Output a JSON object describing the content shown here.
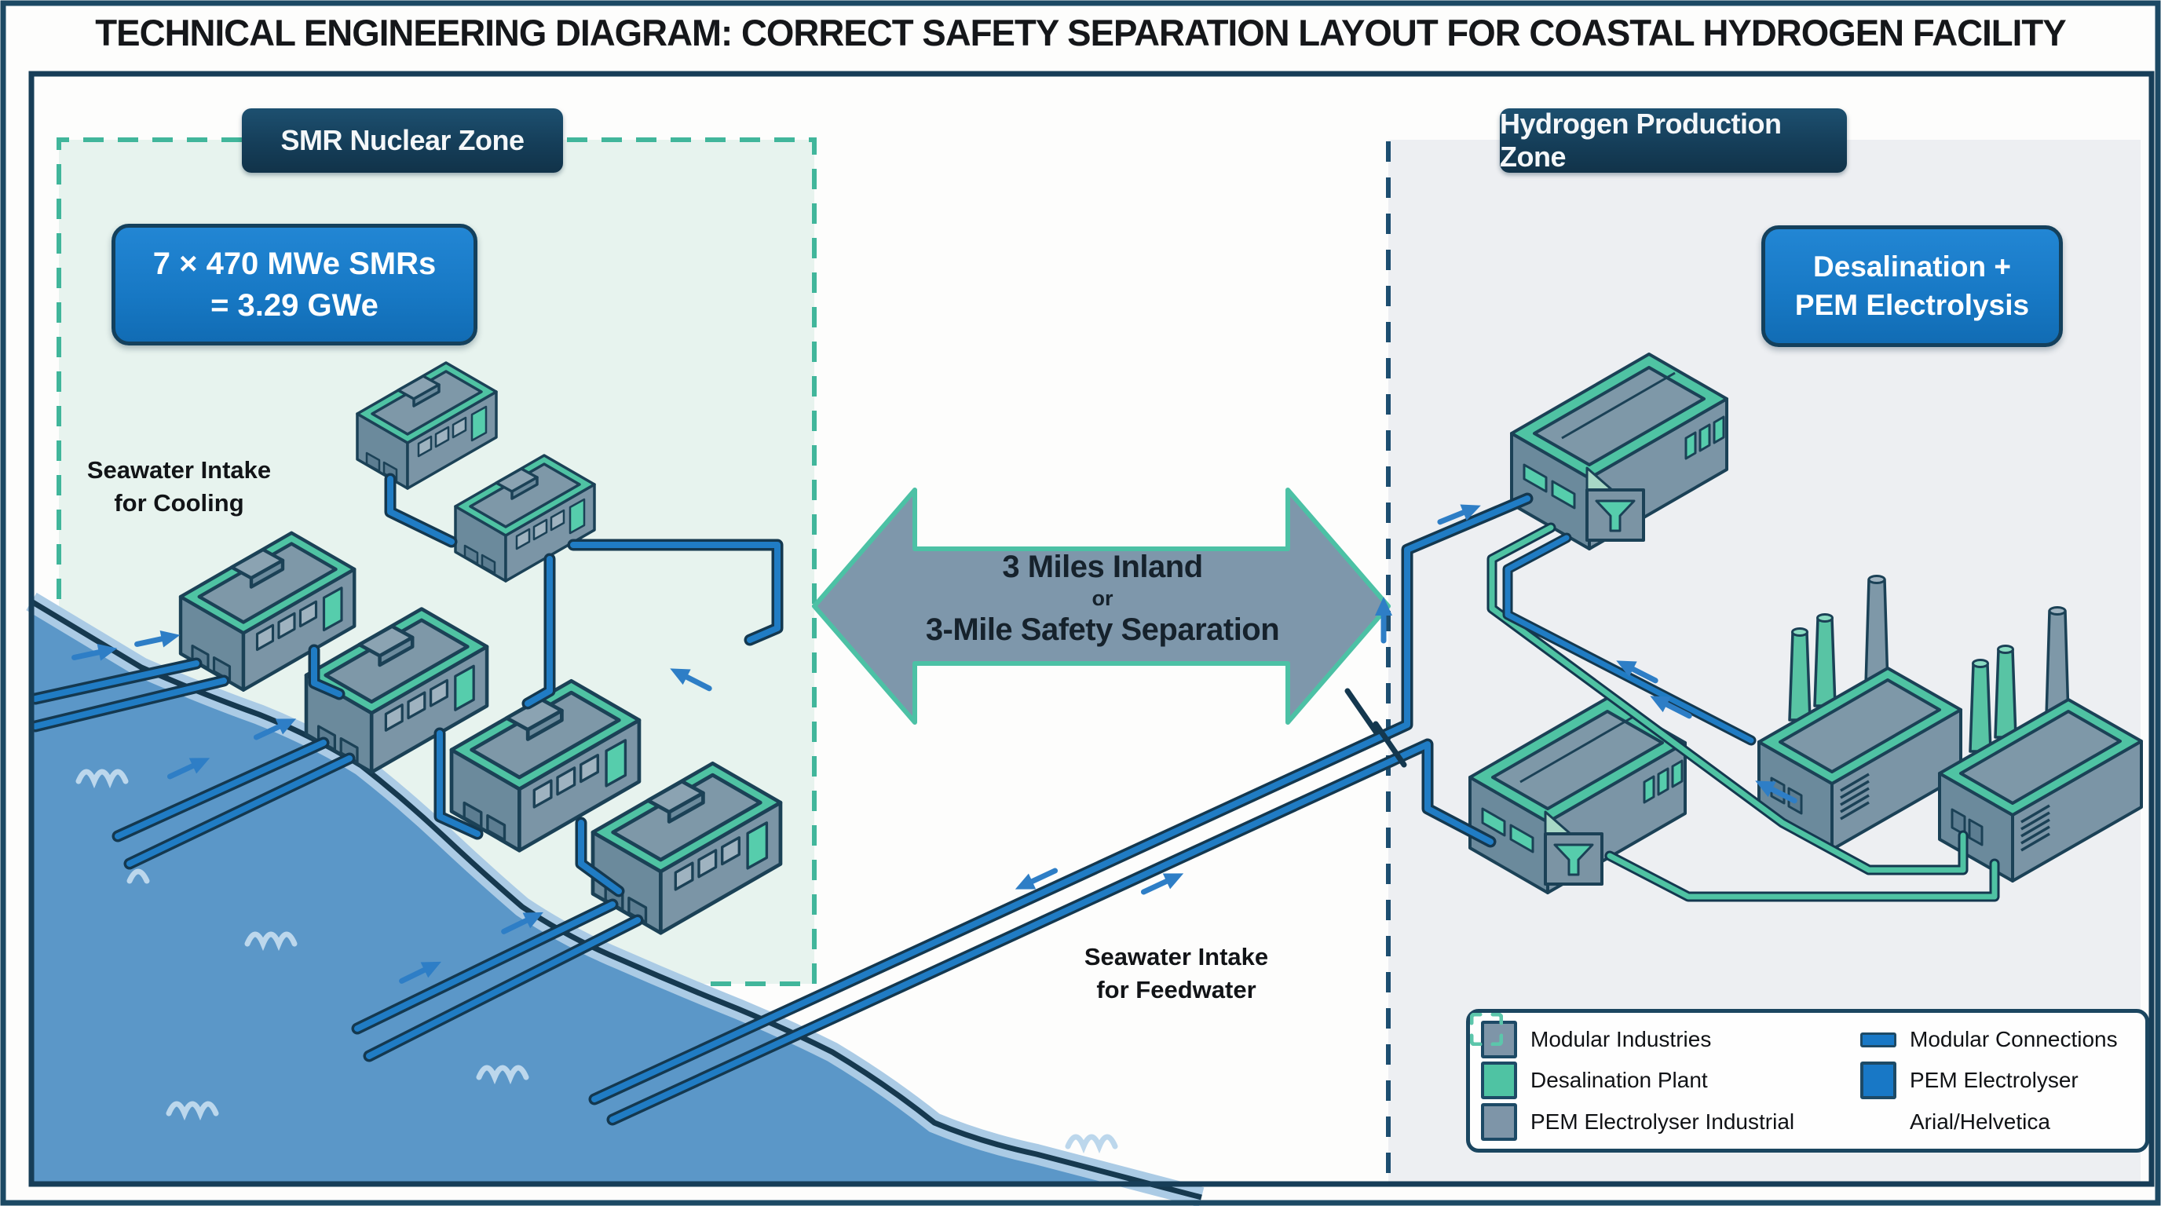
{
  "title": "TECHNICAL ENGINEERING DIAGRAM: CORRECT SAFETY SEPARATION LAYOUT FOR COASTAL HYDROGEN FACILITY",
  "zones": {
    "smr": {
      "name": "SMR Nuclear Zone",
      "badge_line1": "7 × 470 MWe SMRs",
      "badge_line2": "= 3.29 GWe",
      "intake_label_line1": "Seawater Intake",
      "intake_label_line2": "for Cooling"
    },
    "hydrogen": {
      "name": "Hydrogen Production Zone",
      "badge_line1": "Desalination +",
      "badge_line2": "PEM Electrolysis",
      "intake_label_line1": "Seawater Intake",
      "intake_label_line2": "for Feedwater"
    }
  },
  "separation_arrow": {
    "line1": "3 Miles Inland",
    "line2": "or",
    "line3": "3-Mile Safety Separation"
  },
  "legend": {
    "items": [
      {
        "label": "Modular Industries",
        "swatch": "square-gray"
      },
      {
        "label": "Desalination Plant",
        "swatch": "square-teal"
      },
      {
        "label": "PEM Electrolyser Industrial",
        "swatch": "square-gray"
      },
      {
        "label": "Modular Connections",
        "swatch": "bar-blue"
      },
      {
        "label": "PEM Electrolyser",
        "swatch": "square-blue"
      },
      {
        "label": "Arial/Helvetica",
        "swatch": "brackets-teal"
      }
    ]
  },
  "colors": {
    "navy_frame": "#1b4660",
    "badge_navy": "#153e59",
    "badge_blue": "#1778c4",
    "accent_teal": "#4fc3a3",
    "pipe_blue": "#207cc4",
    "pipe_outline": "#14384f",
    "building_gray": "#7b95a6",
    "water_blue": "#5b97c8",
    "shore_light": "#abcbe5",
    "zone_mint": "#e7f3ee",
    "zone_gray": "#edeff2",
    "flow_arrow_blue": "#2e7ec6"
  }
}
